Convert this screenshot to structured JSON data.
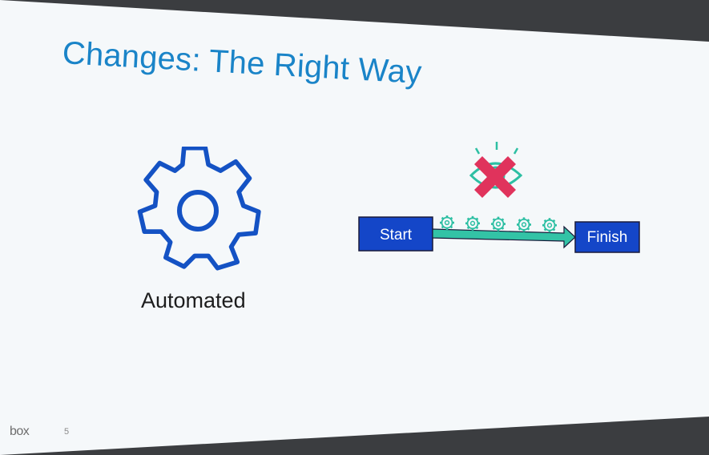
{
  "slide": {
    "title": "Changes: The Right Way",
    "caption": "Automated",
    "flow": {
      "start_label": "Start",
      "finish_label": "Finish",
      "gear_count": 5
    },
    "footer": {
      "logo_text": "box",
      "page_number": "5"
    }
  },
  "colors": {
    "title": "#1a84c8",
    "gear_outline": "#1452c4",
    "box_fill": "#1446c8",
    "arrow_fill": "#33c3a6",
    "cross": "#e0335c",
    "eye": "#2dbfa3"
  },
  "icons": [
    "gear-icon",
    "eye-icon",
    "cross-icon",
    "arrow-icon"
  ]
}
